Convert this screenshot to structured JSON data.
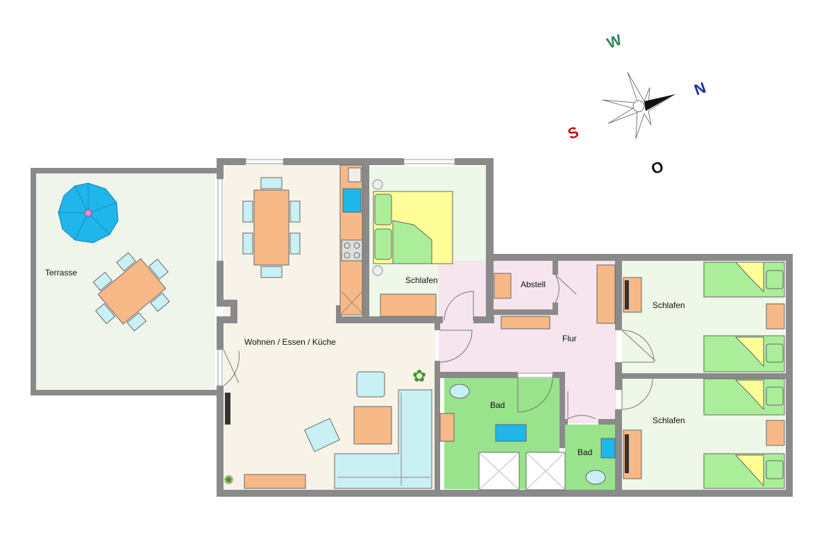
{
  "rooms": {
    "terrace": "Terrasse",
    "living": "Wohnen / Essen / Küche",
    "bedroom_top": "Schlafen",
    "storage": "Abstell",
    "hall": "Flur",
    "bath_large": "Bad",
    "bath_small": "Bad",
    "bedroom_right_top": "Schlafen",
    "bedroom_right_bottom": "Schlafen"
  },
  "compass": {
    "north": "N",
    "south": "S",
    "west": "W",
    "east": "O"
  },
  "colors": {
    "living_floor": "#f8f3e8",
    "terrace_floor": "#f0f5ec",
    "bedroom_floor": "#eef7e8",
    "hall_floor": "#f6e4ee",
    "bath_floor": "#99e38c",
    "wood": "#f7b987",
    "bed_yellow": "#ffff99",
    "bed_green": "#aaee99",
    "sofa": "#c9f0f4",
    "umbrella": "#1fb7ea",
    "wall": "#8a8a8a",
    "north": "#1a2fa8",
    "south": "#c0141a",
    "west": "#2e8a5a",
    "east": "#111111"
  }
}
